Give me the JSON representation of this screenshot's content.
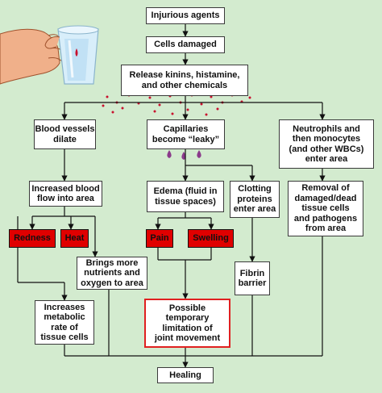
{
  "nodes": {
    "injurious_agents": "Injurious agents",
    "cells_damaged": "Cells damaged",
    "release_chemicals": "Release kinins, histamine,\nand other chemicals",
    "blood_vessels_dilate": "Blood vessels\ndilate",
    "capillaries_leaky": "Capillaries\nbecome “leaky”",
    "neutrophils": "Neutrophils and\nthen monocytes\n(and other WBCs)\nenter area",
    "increased_blood_flow": "Increased blood\nflow into area",
    "edema": "Edema (fluid in\ntissue spaces)",
    "clotting_proteins": "Clotting\nproteins\nenter area",
    "removal": "Removal of\ndamaged/dead\ntissue cells\nand pathogens\nfrom area",
    "redness": "Redness",
    "heat": "Heat",
    "pain": "Pain",
    "swelling": "Swelling",
    "nutrients": "Brings more\nnutrients and\noxygen to area",
    "fibrin": "Fibrin\nbarrier",
    "metabolic": "Increases\nmetabolic\nrate of\ntissue cells",
    "joint_movement": "Possible\ntemporary\nlimitation of\njoint movement",
    "healing": "Healing"
  },
  "colors": {
    "background": "#d3ebcf",
    "box_fill": "#ffffff",
    "sign_fill": "#e00000",
    "highlight_border": "#e02020",
    "chemical_dots": "#c8102e",
    "fluid_drops": "#8b3a8b",
    "line": "#111111"
  },
  "illustration": {
    "hand_with_cup": "hand-holding-cup-icon"
  }
}
